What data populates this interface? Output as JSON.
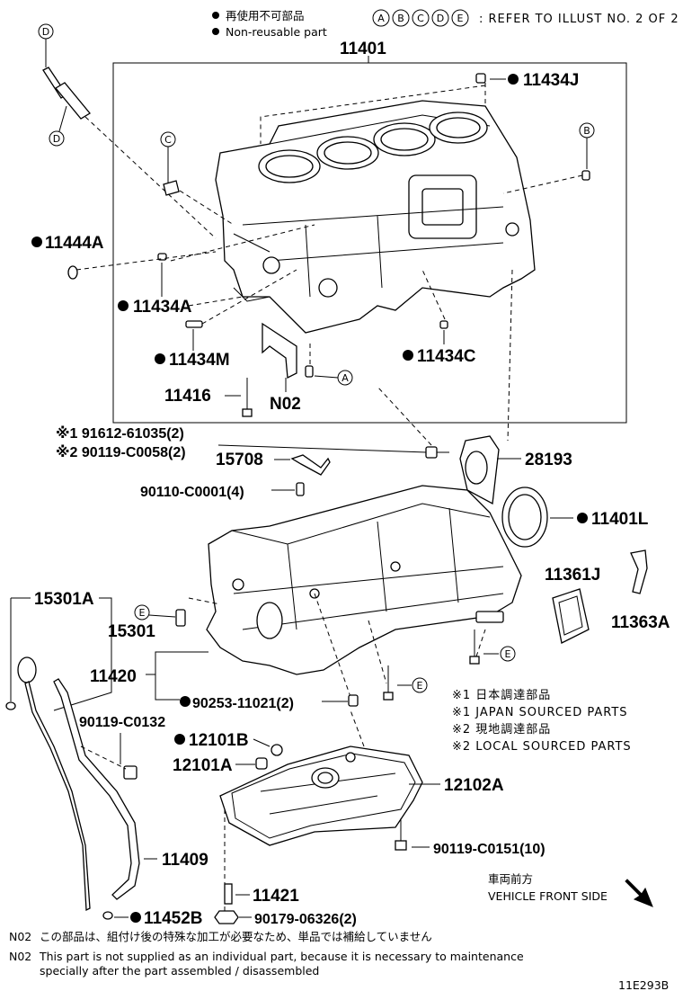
{
  "header": {
    "legend_ja": "再使用不可部品",
    "legend_en": "Non-reusable part",
    "refer_letters": [
      "A",
      "B",
      "C",
      "D",
      "E"
    ],
    "refer_text": ": REFER TO ILLUST NO. 2 OF 2"
  },
  "labels": {
    "p11401": "11401",
    "p11434J": "11434J",
    "p11444A": "11444A",
    "p11434A": "11434A",
    "p11434M": "11434M",
    "p11434C": "11434C",
    "p11416": "11416",
    "pN02": "N02",
    "p91612": "※1 91612-61035(2)",
    "p90119a": "※2 90119-C0058(2)",
    "p15708": "15708",
    "p28193": "28193",
    "p90110": "90110-C0001(4)",
    "p11401L": "11401L",
    "p11361J": "11361J",
    "p11363A": "11363A",
    "p15301A": "15301A",
    "p15301": "15301",
    "p11420": "11420",
    "p90253": "90253-11021(2)",
    "p90119b": "90119-C0132",
    "p12101B": "12101B",
    "p12101A": "12101A",
    "p12102A": "12102A",
    "p90119c": "90119-C0151(10)",
    "p11409": "11409",
    "p11421": "11421",
    "p11452B": "11452B",
    "p90179": "90179-06326(2)"
  },
  "callouts": {
    "A": "A",
    "B": "B",
    "C": "C",
    "D": "D",
    "E": "E"
  },
  "sourcing": {
    "l1": "※1 日本調達部品",
    "l2": "※1 JAPAN SOURCED PARTS",
    "l3": "※2 現地調達部品",
    "l4": "※2 LOCAL SOURCED PARTS"
  },
  "direction": {
    "ja": "車両前方",
    "en": "VEHICLE FRONT SIDE"
  },
  "footer": {
    "n02_ja_code": "N02",
    "n02_ja": "この部品は、組付け後の特殊な加工が必要なため、単品では補給していません",
    "n02_en_code": "N02",
    "n02_en_1": "This part is not supplied as an individual part, because it is necessary to maintenance",
    "n02_en_2": "specially after the part assembled / disassembled",
    "illust_code": "11E293B"
  }
}
